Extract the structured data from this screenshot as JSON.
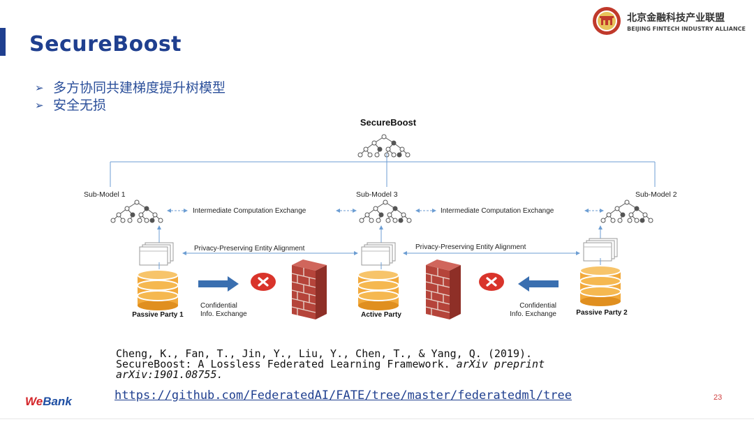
{
  "slide": {
    "title": "SecureBoost",
    "bullets": [
      "多方协同共建梯度提升树模型",
      "安全无损"
    ],
    "page_number": "23"
  },
  "logo": {
    "name_cn": "北京金融科技产业联盟",
    "name_en": "BEIJING FINTECH INDUSTRY ALLIANCE",
    "seal_color": "#c0392b"
  },
  "diagram": {
    "top_title": "SecureBoost",
    "submodels": [
      "Sub-Model 1",
      "Sub-Model 3",
      "Sub-Model 2"
    ],
    "exchange_label": "Intermediate Computation Exchange",
    "alignment_label": "Privacy-Preserving Entity Alignment",
    "parties": [
      "Passive Party 1",
      "Active Party",
      "Passive Party 2"
    ],
    "confidential_line1": "Confidential",
    "confidential_line2": "Info. Exchange",
    "colors": {
      "db": "#f2a93b",
      "arrow": "#3a6fb0",
      "line": "#6d9ed3",
      "wall": "#b5443a",
      "cross": "#d9342b"
    }
  },
  "citation": {
    "line1": "Cheng, K., Fan, T., Jin, Y., Liu, Y., Chen, T., & Yang, Q. (2019).",
    "line2_plain": "SecureBoost: A Lossless Federated Learning Framework. ",
    "line2_italic": "arXiv preprint",
    "line3_italic": "arXiv:1901.08755.",
    "link": "https://github.com/FederatedAI/FATE/tree/master/federatedml/tree"
  },
  "footer": {
    "brand_we": "We",
    "brand_bank": "Bank"
  }
}
